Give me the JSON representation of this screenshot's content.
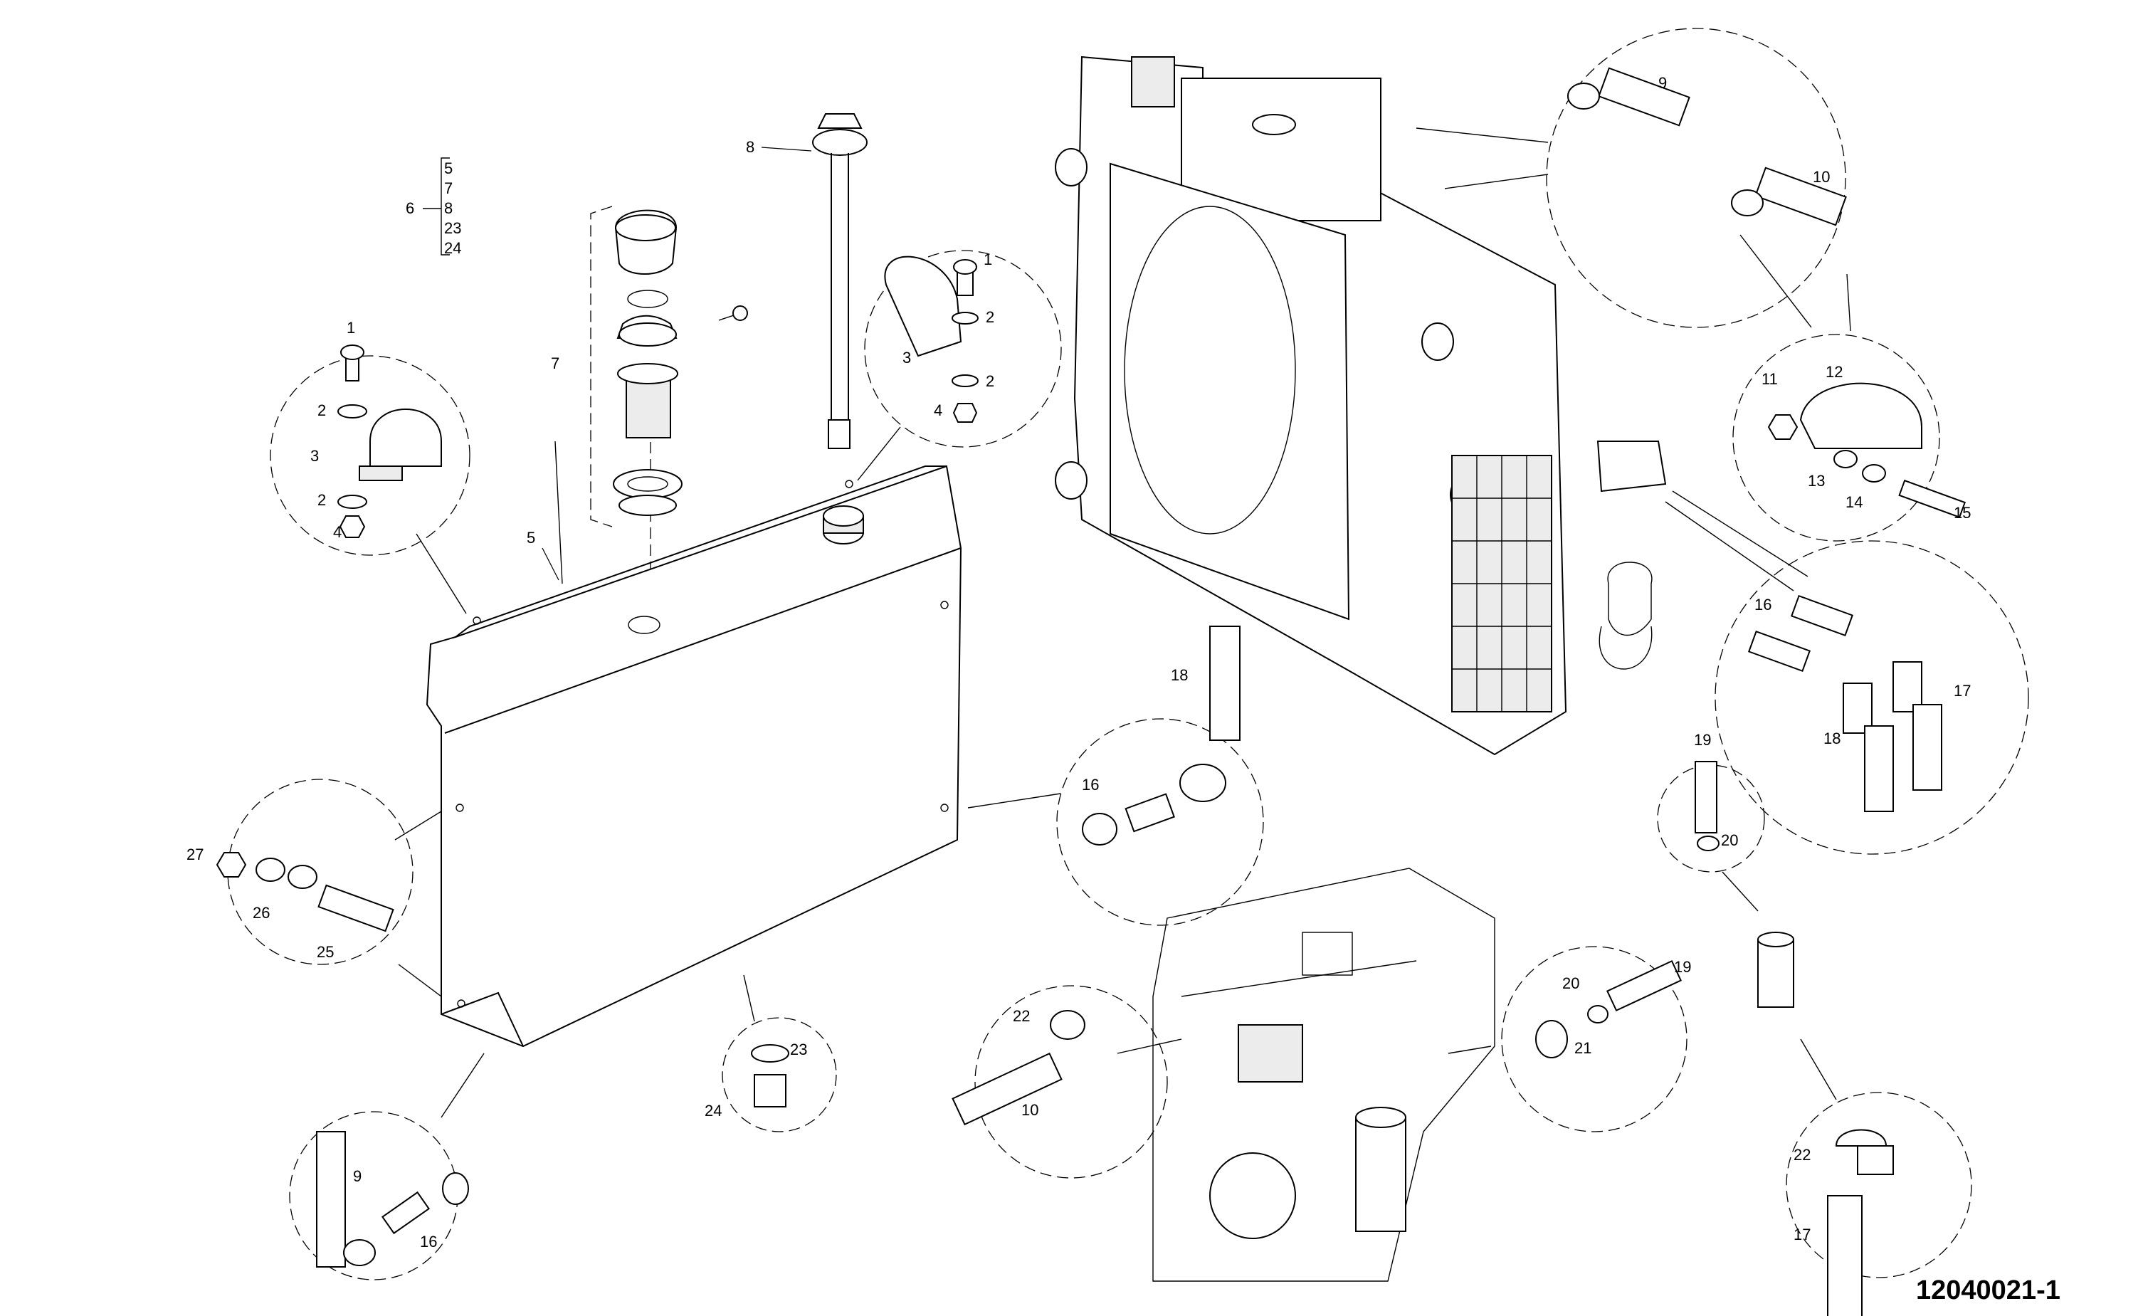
{
  "drawing_code": "12040021-1",
  "kit": {
    "label": "6",
    "members": [
      "5",
      "7",
      "8",
      "23",
      "24"
    ]
  },
  "callouts": [
    {
      "id": "c-8-top",
      "text": "8"
    },
    {
      "id": "c-9-top",
      "text": "9"
    },
    {
      "id": "c-10-top",
      "text": "10"
    },
    {
      "id": "c-1-left",
      "text": "1"
    },
    {
      "id": "c-2a-left",
      "text": "2"
    },
    {
      "id": "c-3-left",
      "text": "3"
    },
    {
      "id": "c-2b-left",
      "text": "2"
    },
    {
      "id": "c-4-left",
      "text": "4"
    },
    {
      "id": "c-7",
      "text": "7"
    },
    {
      "id": "c-1-clamp",
      "text": "1"
    },
    {
      "id": "c-2a-clamp",
      "text": "2"
    },
    {
      "id": "c-3-clamp",
      "text": "3"
    },
    {
      "id": "c-2b-clamp",
      "text": "2"
    },
    {
      "id": "c-4-clamp",
      "text": "4"
    },
    {
      "id": "c-5",
      "text": "5"
    },
    {
      "id": "c-11",
      "text": "11"
    },
    {
      "id": "c-12",
      "text": "12"
    },
    {
      "id": "c-13",
      "text": "13"
    },
    {
      "id": "c-14",
      "text": "14"
    },
    {
      "id": "c-15",
      "text": "15"
    },
    {
      "id": "c-16-right",
      "text": "16"
    },
    {
      "id": "c-17-right",
      "text": "17"
    },
    {
      "id": "c-18-right",
      "text": "18"
    },
    {
      "id": "c-18-mid",
      "text": "18"
    },
    {
      "id": "c-16-mid",
      "text": "16"
    },
    {
      "id": "c-19-top",
      "text": "19"
    },
    {
      "id": "c-20-top",
      "text": "20"
    },
    {
      "id": "c-27",
      "text": "27"
    },
    {
      "id": "c-26",
      "text": "26"
    },
    {
      "id": "c-25",
      "text": "25"
    },
    {
      "id": "c-22-mid",
      "text": "22"
    },
    {
      "id": "c-10-mid",
      "text": "10"
    },
    {
      "id": "c-20-mid",
      "text": "20"
    },
    {
      "id": "c-19-mid",
      "text": "19"
    },
    {
      "id": "c-21",
      "text": "21"
    },
    {
      "id": "c-23",
      "text": "23"
    },
    {
      "id": "c-24",
      "text": "24"
    },
    {
      "id": "c-9-bottom",
      "text": "9"
    },
    {
      "id": "c-16-bottom",
      "text": "16"
    },
    {
      "id": "c-22-right",
      "text": "22"
    },
    {
      "id": "c-17-bottom",
      "text": "17"
    }
  ]
}
